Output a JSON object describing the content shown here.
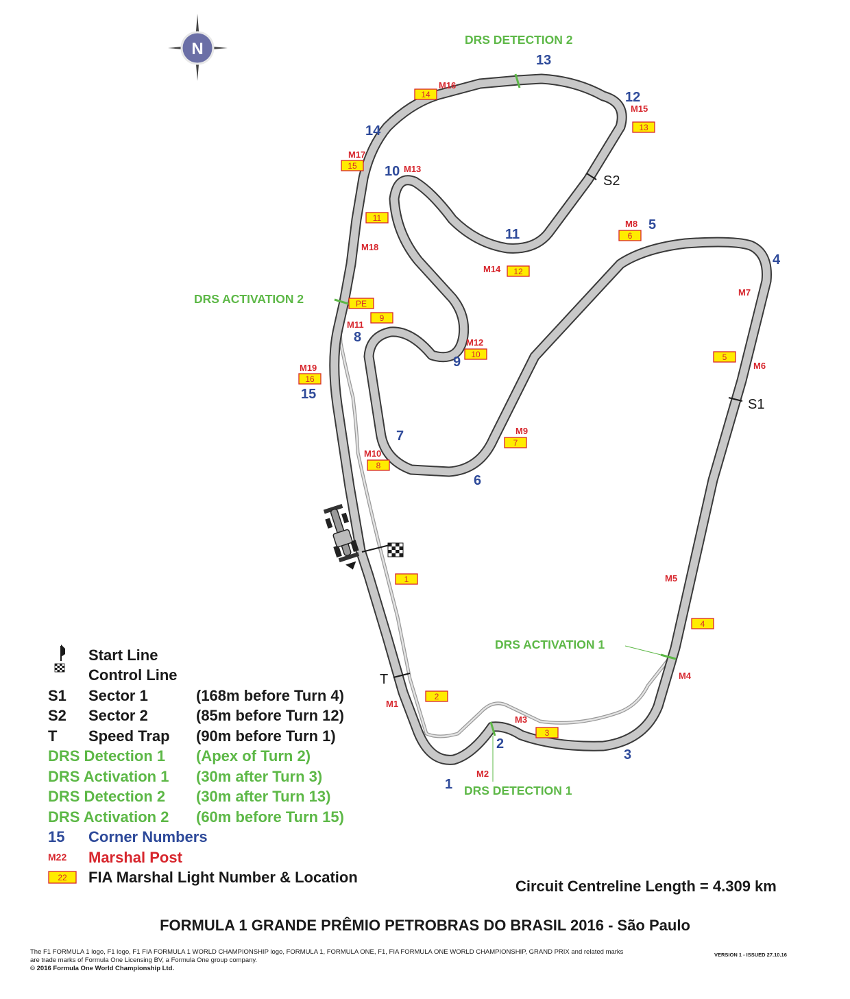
{
  "title": "FORMULA 1 GRANDE PRÊMIO PETROBRAS DO BRASIL 2016 - São Paulo",
  "circuit_length": "Circuit Centreline Length = 4.309 km",
  "version": "VERSION 1 - ISSUED 27.10.16",
  "legal_lines": [
    "The F1 FORMULA 1 logo, F1 logo, F1 FIA FORMULA 1 WORLD CHAMPIONSHIP logo, FORMULA 1, FORMULA ONE, F1, FIA FORMULA ONE WORLD CHAMPIONSHIP, GRAND PRIX and related marks",
    "are trade marks of Formula One Licensing BV, a Formula One group company.",
    "© 2016 Formula One World Championship Ltd."
  ],
  "compass_label": "N",
  "colors": {
    "corner": "#2e4a9a",
    "marshal": "#d7262d",
    "drs": "#5db847",
    "light": "#ffec00",
    "track": "#c8c8c8",
    "track_edge": "#3a3a3a"
  },
  "corners": [
    "1",
    "2",
    "3",
    "4",
    "5",
    "6",
    "7",
    "8",
    "9",
    "10",
    "11",
    "12",
    "13",
    "14",
    "15"
  ],
  "marshal_posts": [
    "M1",
    "M2",
    "M3",
    "M4",
    "M5",
    "M6",
    "M7",
    "M8",
    "M9",
    "M10",
    "M11",
    "M12",
    "M13",
    "M14",
    "M15",
    "M16",
    "M17",
    "M18",
    "M19"
  ],
  "marshal_lights": [
    "1",
    "2",
    "3",
    "4",
    "5",
    "6",
    "7",
    "8",
    "9",
    "10",
    "11",
    "12",
    "13",
    "14",
    "15",
    "16",
    "PE"
  ],
  "drs_labels": {
    "detection_1": "DRS DETECTION 1",
    "detection_2": "DRS DETECTION 2",
    "activation_1": "DRS ACTIVATION 1",
    "activation_2": "DRS ACTIVATION 2"
  },
  "sector_labels": {
    "s1": "S1",
    "s2": "S2",
    "t": "T"
  },
  "legend": {
    "start_line": "Start Line",
    "control_line": "Control Line",
    "s1": {
      "sym": "S1",
      "name": "Sector 1",
      "desc": "(168m before Turn 4)"
    },
    "s2": {
      "sym": "S2",
      "name": "Sector 2",
      "desc": "(85m before Turn 12)"
    },
    "t": {
      "sym": "T",
      "name": "Speed Trap",
      "desc": "(90m before Turn 1)"
    },
    "drs_det_1": {
      "name": "DRS Detection 1",
      "desc": "(Apex of Turn 2)"
    },
    "drs_act_1": {
      "name": "DRS Activation 1",
      "desc": "(30m after Turn 3)"
    },
    "drs_det_2": {
      "name": "DRS Detection 2",
      "desc": "(30m after Turn 13)"
    },
    "drs_act_2": {
      "name": "DRS Activation 2",
      "desc": "(60m before Turn 15)"
    },
    "corner_numbers": {
      "sym": "15",
      "name": "Corner Numbers"
    },
    "marshal_post": {
      "sym": "M22",
      "name": "Marshal Post"
    },
    "marshal_light": {
      "sym": "22",
      "name": "FIA Marshal Light Number & Location"
    }
  }
}
